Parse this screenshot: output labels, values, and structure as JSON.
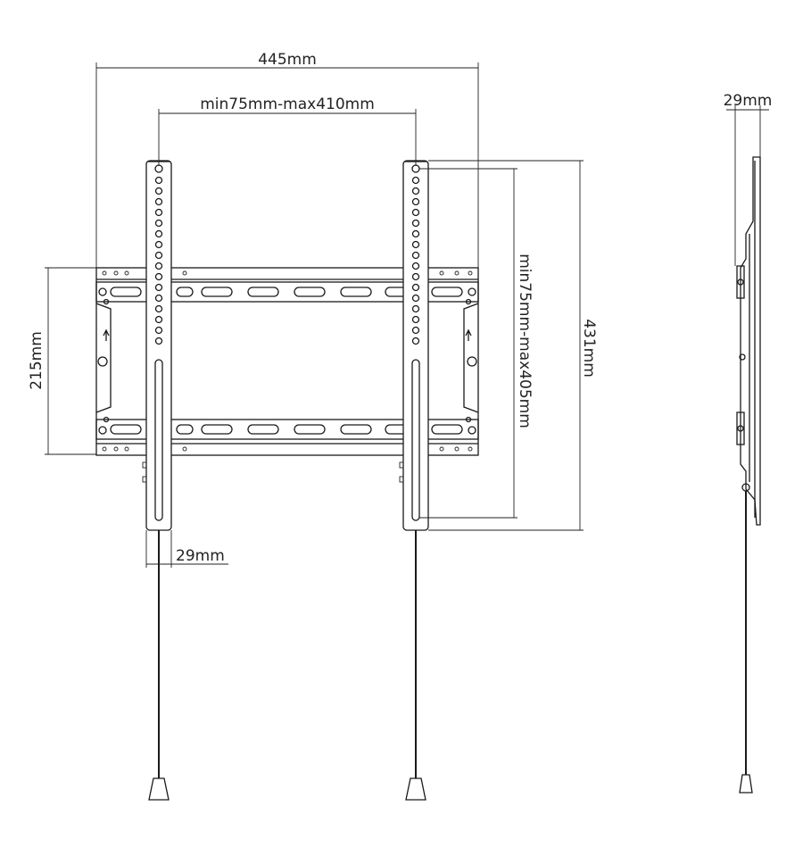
{
  "dimensions": {
    "overall_width": "445mm",
    "vesa_horizontal": "min75mm-max410mm",
    "wall_plate_height": "215mm",
    "arm_width": "29mm",
    "vesa_vertical": "min75mm-max405mm",
    "arm_height": "431mm",
    "profile_depth": "29mm"
  }
}
